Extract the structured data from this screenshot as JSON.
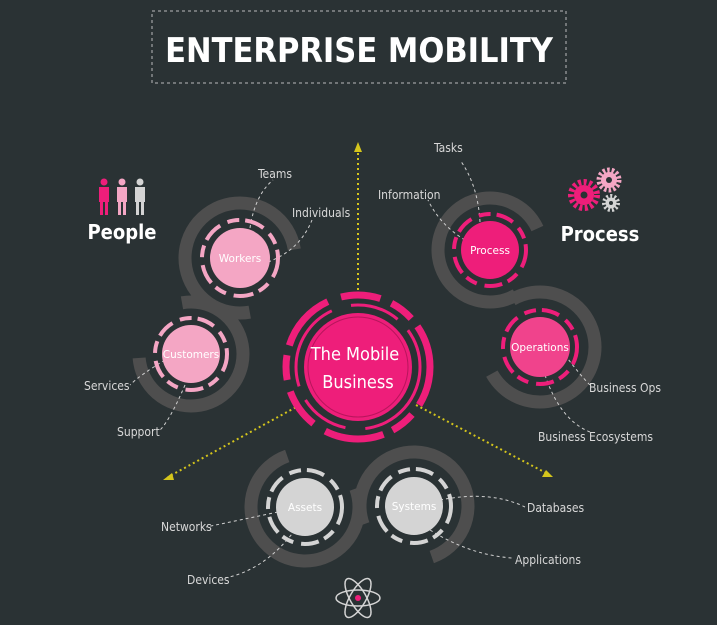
{
  "title": "ENTERPRISE MOBILITY",
  "center": {
    "line1": "The Mobile",
    "line2": "Business"
  },
  "groups": {
    "people": {
      "label": "People",
      "icon": "people-icon"
    },
    "process": {
      "label": "Process",
      "icon": "gears-icon"
    }
  },
  "nodes": {
    "workers": {
      "label": "Workers",
      "items": [
        "Teams",
        "Individuals"
      ]
    },
    "customers": {
      "label": "Customers",
      "items": [
        "Services",
        "Support"
      ]
    },
    "process": {
      "label": "Process",
      "items": [
        "Tasks",
        "Information"
      ]
    },
    "operations": {
      "label": "Operations",
      "items": [
        "Business Ops",
        "Business Ecosystems"
      ]
    },
    "assets": {
      "label": "Assets",
      "items": [
        "Networks",
        "Devices"
      ]
    },
    "systems": {
      "label": "Systems",
      "items": [
        "Databases",
        "Applications"
      ]
    }
  },
  "colors": {
    "background": "#2a3234",
    "pink": "#ee1e7a",
    "light_pink": "#f4a6c4",
    "gray": "#d4d4d4",
    "ring": "#4e4e4e",
    "arrow": "#d4c51c"
  }
}
